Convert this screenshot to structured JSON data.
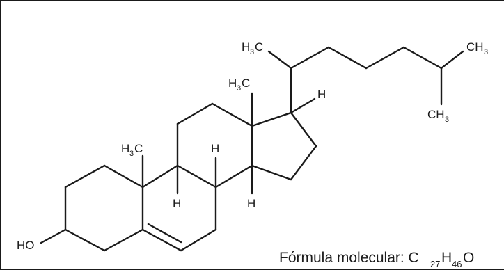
{
  "molecule": {
    "labels": {
      "ho": "HO",
      "h3c_a": "H",
      "h3c_a_sub": "3",
      "h3c_a_c": "C",
      "h3c_b": "H",
      "h3c_b_sub": "3",
      "h3c_b_c": "C",
      "h3c_c": "H",
      "h3c_c_sub": "3",
      "h3c_c_c": "C",
      "ch3_top_c": "CH",
      "ch3_top_sub": "3",
      "ch3_bot_c": "CH",
      "ch3_bot_sub": "3",
      "h_c17": "H",
      "h_c8": "H",
      "h_c9": "H",
      "h_c14": "H"
    },
    "formula": {
      "prefix": "Fórmula molecular: C",
      "c_sub": "27",
      "h": "H",
      "h_sub": "46",
      "o": "O"
    }
  }
}
